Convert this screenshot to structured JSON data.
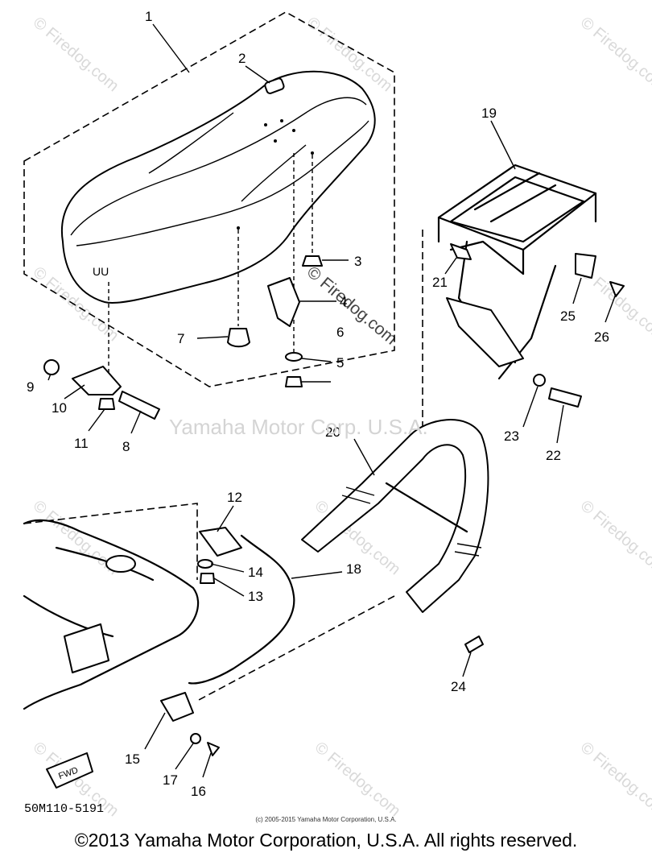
{
  "diagram": {
    "watermark_site": "© Firedog.com",
    "watermark_center": "Yamaha Motor Corp. U.S.A.",
    "diagram_code": "50M110-5191",
    "small_copyright": "(c) 2005-2015 Yamaha Motor Corporation, U.S.A.",
    "copyright": "©2013 Yamaha Motor Corporation, U.S.A. All rights reserved.",
    "fwd_label": "FWD",
    "seat_mark": "UU",
    "part_numbers": [
      "1",
      "2",
      "3",
      "4",
      "5",
      "6",
      "7",
      "8",
      "9",
      "10",
      "11",
      "12",
      "13",
      "14",
      "15",
      "16",
      "17",
      "18",
      "19",
      "20",
      "21",
      "22",
      "23",
      "24",
      "25",
      "26"
    ]
  }
}
